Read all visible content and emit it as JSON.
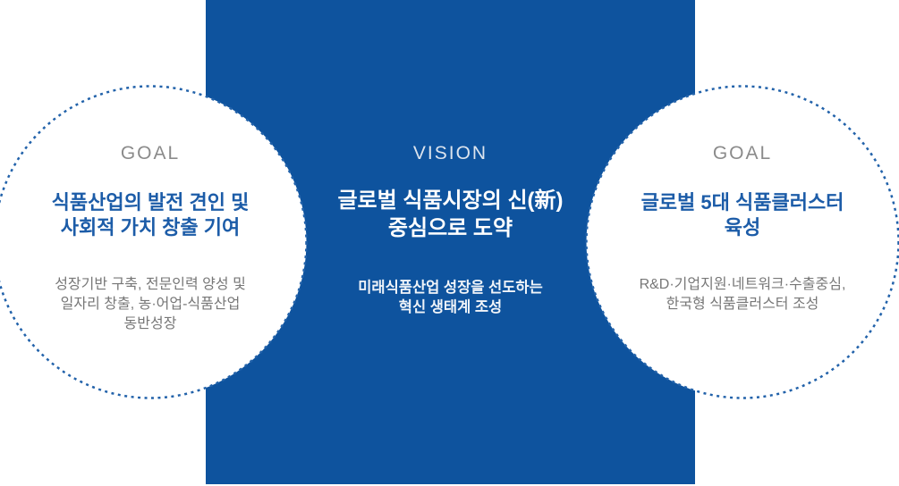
{
  "diagram": {
    "left_goal": {
      "label": "GOAL",
      "title_lines": [
        "식품산업의 발전 견인 및",
        "사회적 가치 창출 기여"
      ],
      "body_lines": [
        "성장기반 구축, 전문인력 양성 및",
        "일자리 창출, 농·어업-식품산업",
        "동반성장"
      ]
    },
    "vision": {
      "label": "VISION",
      "title_lines": [
        "글로벌 식품시장의 신(新)",
        "중심으로 도약"
      ],
      "body_lines": [
        "미래식품산업 성장을 선도하는",
        "혁신 생태계 조성"
      ]
    },
    "right_goal": {
      "label": "GOAL",
      "title_lines": [
        "글로벌 5대 식품클러스터",
        "육성"
      ],
      "body_lines": [
        "R&D·기업지원·네트워크·수출중심,",
        "한국형 식품클러스터 조성"
      ]
    }
  },
  "colors": {
    "band_blue": "#0e539e",
    "accent_blue": "#1c5ca8",
    "label_gray": "#8b8b8b",
    "body_gray": "#777777",
    "vision_label": "#dce4ee",
    "dash_blue": "#2262aa",
    "center_body": "#f0f4f9",
    "background": "#ffffff"
  }
}
